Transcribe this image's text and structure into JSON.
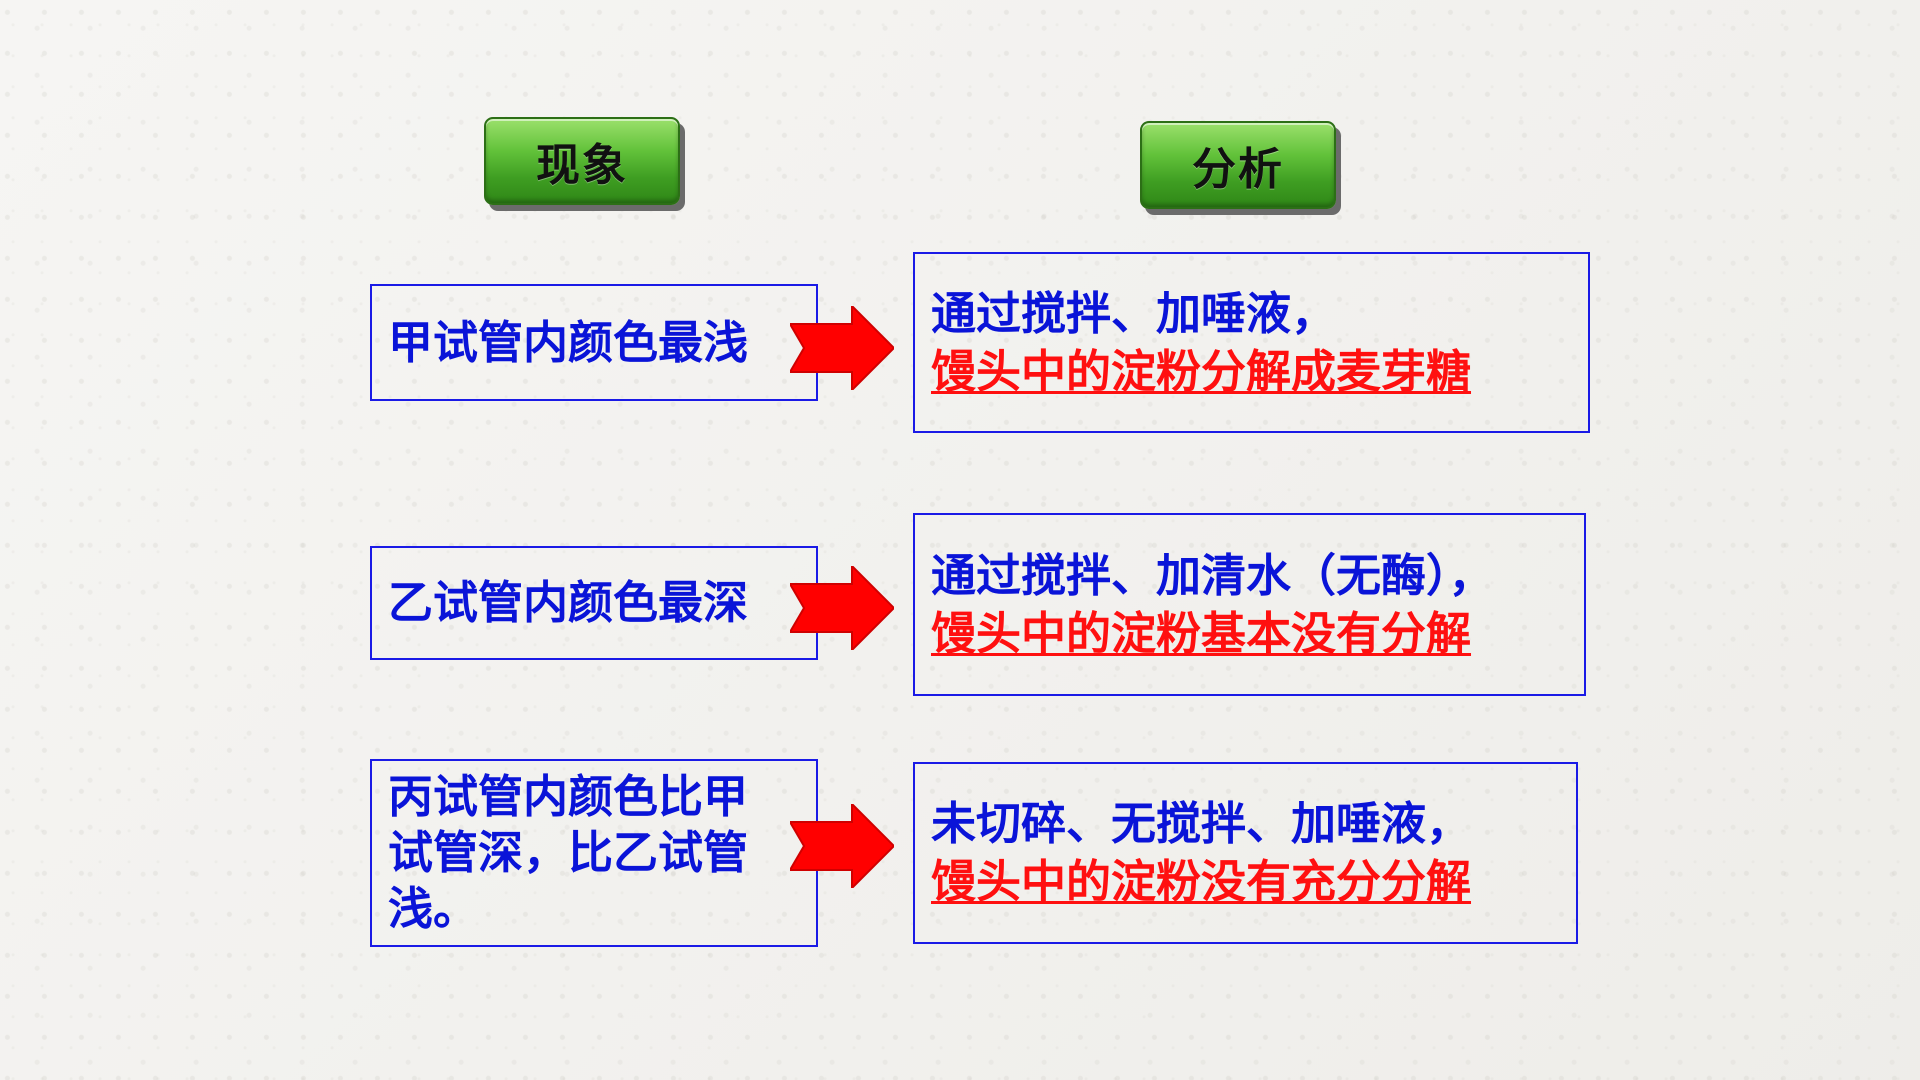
{
  "headers": {
    "left": "现象",
    "right": "分析"
  },
  "rows": [
    {
      "observation": "甲试管内颜色最浅",
      "analysis_line1": "通过搅拌、加唾液，",
      "analysis_line2": "馒头中的淀粉分解成麦芽糖"
    },
    {
      "observation": "乙试管内颜色最深",
      "analysis_line1": "通过搅拌、加清水（无酶），",
      "analysis_line2": "馒头中的淀粉基本没有分解"
    },
    {
      "observation": "丙试管内颜色比甲试管深，比乙试管浅。",
      "analysis_line1": "未切碎、无搅拌、加唾液，",
      "analysis_line2": "馒头中的淀粉没有充分分解"
    }
  ],
  "colors": {
    "observation_text": "#0a14d8",
    "analysis_emphasis": "#ff1010",
    "header_green": "#4caf2a",
    "arrow": "#ff0000"
  },
  "icons": {
    "arrow": "right-arrow-icon"
  }
}
